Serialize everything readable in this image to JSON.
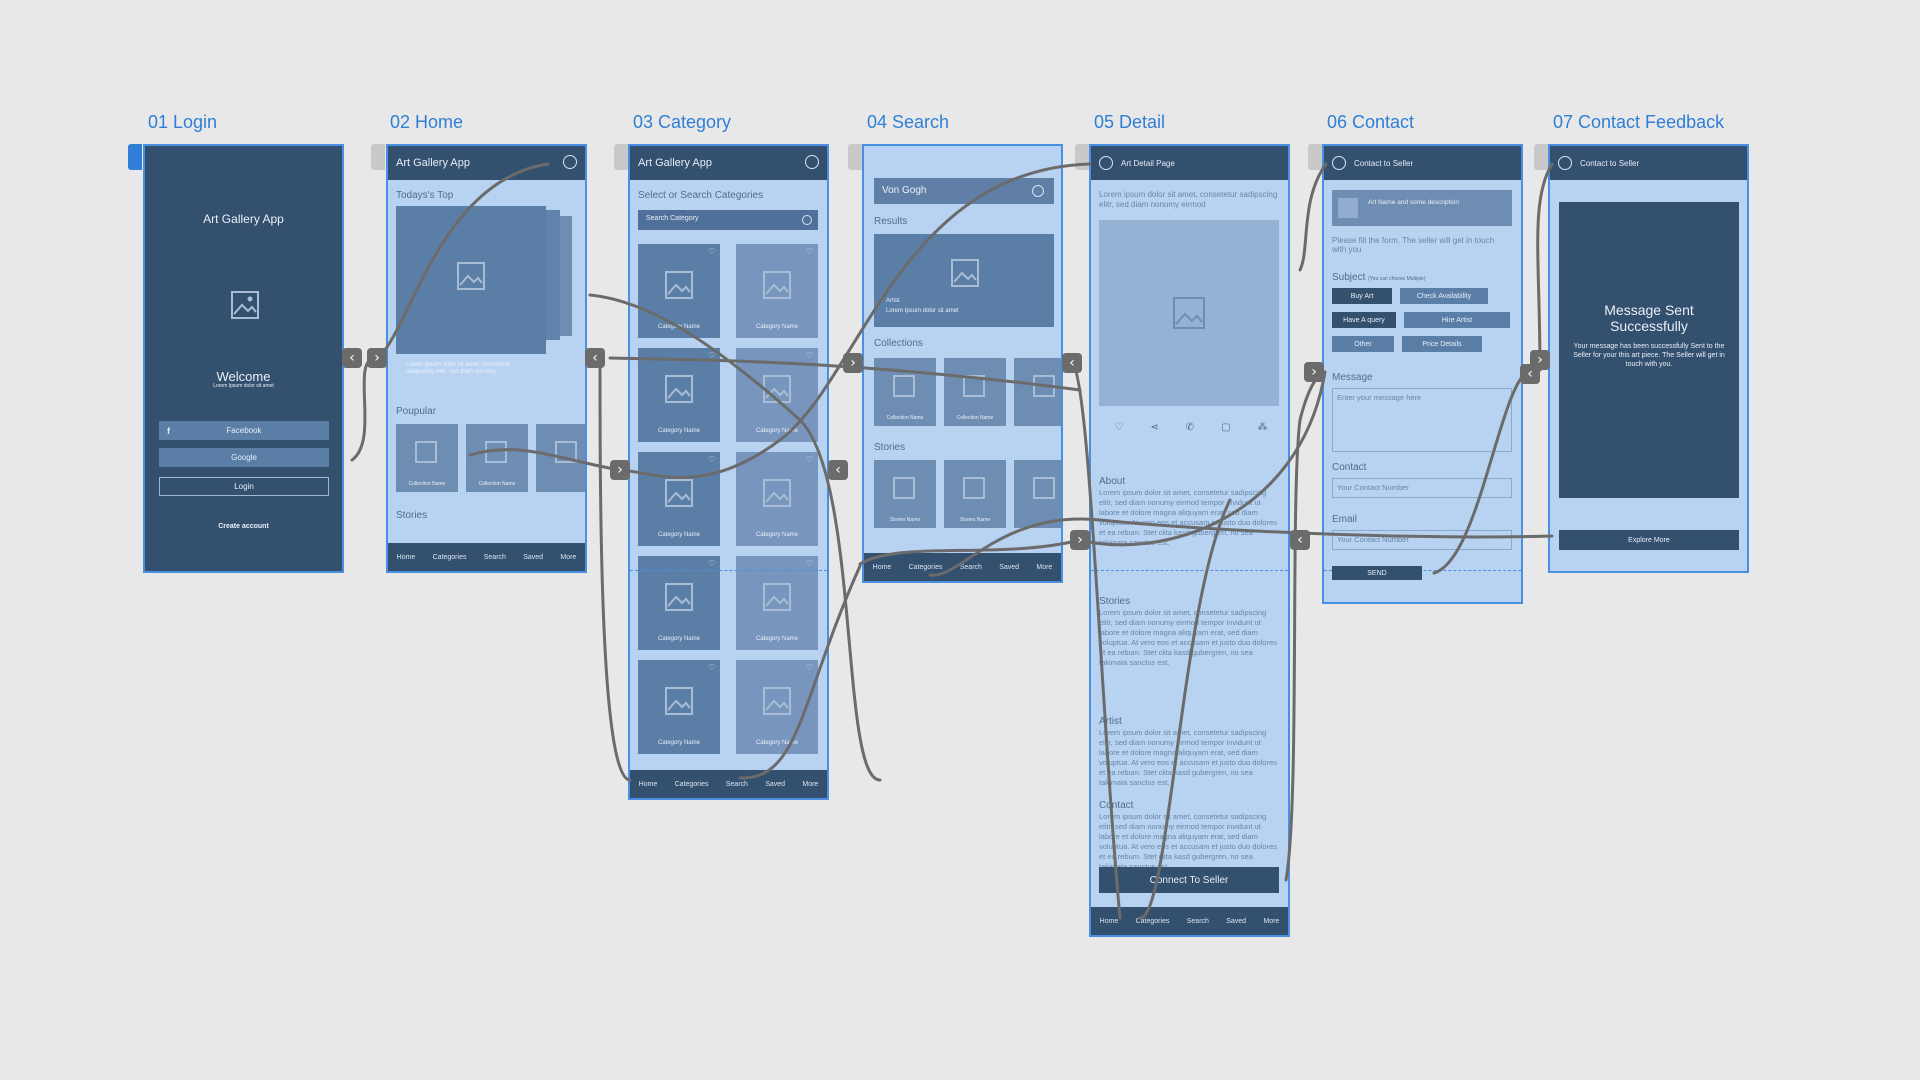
{
  "artboards": {
    "login": {
      "title": "01 Login",
      "app_name": "Art Gallery App",
      "welcome": "Welcome",
      "welcome_sub": "Lorem Ipsum dolor sit amet",
      "facebook": "Facebook",
      "google": "Google",
      "login": "Login",
      "create_account": "Create account"
    },
    "home": {
      "title": "02 Home",
      "app_name": "Art Gallery App",
      "todays_top": "Todays's Top",
      "caption": "Lorem Ipsum dolor sit amet, consetetur sadipscing elitr, sed diam nonumy.",
      "popular": "Poupular",
      "collection_name": "Collection Name",
      "stories": "Stories",
      "nav": [
        "Home",
        "Categories",
        "Search",
        "Saved",
        "More"
      ]
    },
    "category": {
      "title": "03 Category",
      "app_name": "Art Gallery App",
      "subtitle": "Select or Search Categories",
      "search_placeholder": "Search Category",
      "category_name": "Category Name",
      "nav": [
        "Home",
        "Categories",
        "Search",
        "Saved",
        "More"
      ]
    },
    "search": {
      "title": "04 Search",
      "query": "Von Gogh",
      "results": "Results",
      "artist": "Artist",
      "result_sub": "Lorem Ipsum dolor sit amet",
      "collections": "Collections",
      "collection_name": "Collection Name",
      "stories": "Stories",
      "story_name": "Stories Name",
      "nav": [
        "Home",
        "Categories",
        "Search",
        "Saved",
        "More"
      ]
    },
    "detail": {
      "title": "05 Detail",
      "header": "Art Detail Page",
      "intro": "Lorem ipsum dolor sit amet, consetetur sadipscing elitr, sed diam nonumy eirmod",
      "about": "About",
      "stories": "Stories",
      "artist": "Artist",
      "contact": "Contact",
      "lorem": "Lorem ipsum dolor sit amet, consetetur sadipscing elitr, sed diam nonumy eirmod tempor invidunt ut labore et dolore magna aliquyam erat, sed diam voluptua. At vero eos et accusam et justo duo dolores et ea rebum. Stet clita kasd gubergren, no sea takimata sanctus est.",
      "connect_button": "Connect To Seller",
      "nav": [
        "Home",
        "Categories",
        "Search",
        "Saved",
        "More"
      ]
    },
    "contact": {
      "title": "06 Contact",
      "header": "Contact to Seller",
      "art_desc": "Art Name and some description",
      "instructions": "Please fill the form. The seller will get in touch with you",
      "subject": "Subject",
      "subject_hint": "(You can choose Multiple)",
      "chips": [
        "Buy Art",
        "Check Availability",
        "Have A query",
        "Hire Artist",
        "Other",
        "Price Details"
      ],
      "message": "Message",
      "message_placeholder": "Enter your message here",
      "contact": "Contact",
      "contact_placeholder": "Your Contact Number",
      "email": "Email",
      "email_placeholder": "Your Contact Number",
      "send": "SEND"
    },
    "feedback": {
      "title": "07 Contact Feedback",
      "header": "Contact to Seller",
      "heading": "Message Sent Successfully",
      "body": "Your message has been successfully Sent to the Seller for your this art piece. The Seller will get in touch with you.",
      "explore": "Explore More"
    }
  },
  "colors": {
    "background": "#e8e8e8",
    "dark_panel": "#34506f",
    "light_panel": "#b8d3f2",
    "accent": "#2f7fd6",
    "wire": "#6b6b6b"
  }
}
